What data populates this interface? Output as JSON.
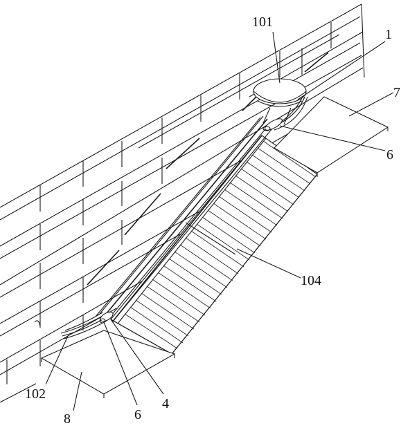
{
  "labels": {
    "l101": "101",
    "l1": "1",
    "l7": "7",
    "l6a": "6",
    "l104": "104",
    "l102": "102",
    "l8": "8",
    "l6b": "6",
    "l4": "4"
  },
  "colors": {
    "line": "#1a1a1a",
    "background": "#ffffff"
  }
}
